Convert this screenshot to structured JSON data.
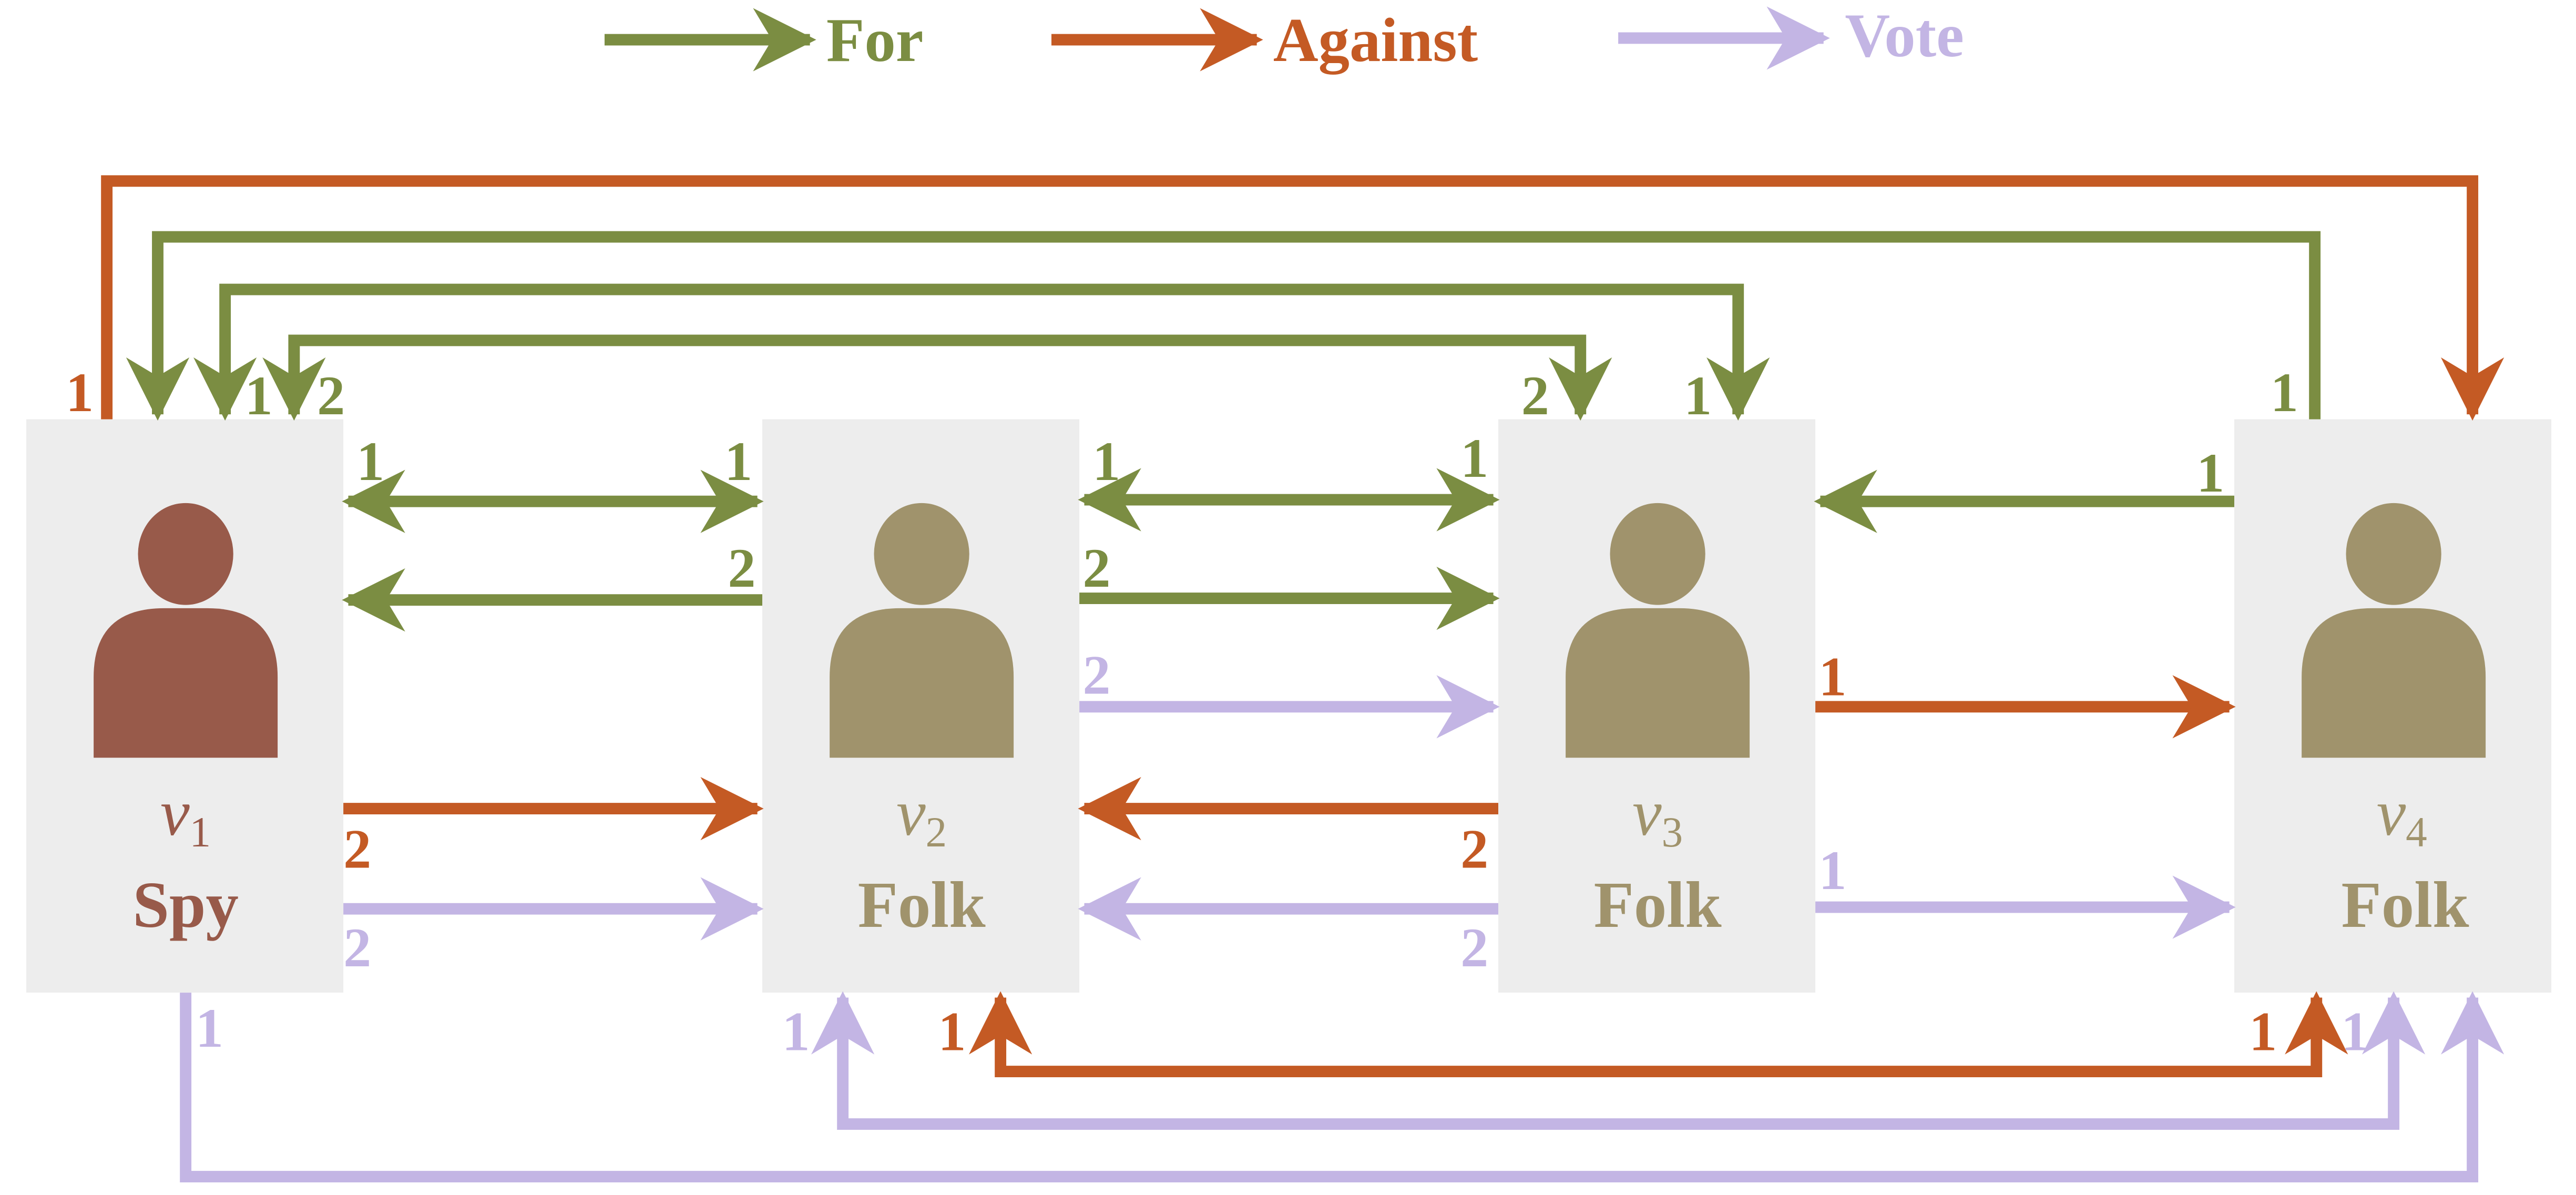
{
  "colors": {
    "for": "#7b8d42",
    "against": "#c45a24",
    "vote": "#c3b5e4",
    "spy": "#985a4a",
    "folk": "#a0936c",
    "card": "#ededed"
  },
  "legend": [
    {
      "key": "for",
      "label": "For"
    },
    {
      "key": "against",
      "label": "Against"
    },
    {
      "key": "vote",
      "label": "Vote"
    }
  ],
  "nodes": [
    {
      "id": "v1",
      "var": "v",
      "sub": "1",
      "role": "Spy",
      "icon": "person-icon"
    },
    {
      "id": "v2",
      "var": "v",
      "sub": "2",
      "role": "Folk",
      "icon": "person-icon"
    },
    {
      "id": "v3",
      "var": "v",
      "sub": "3",
      "role": "Folk",
      "icon": "person-icon"
    },
    {
      "id": "v4",
      "var": "v",
      "sub": "4",
      "role": "Folk",
      "icon": "person-icon"
    }
  ],
  "edge_labels": {
    "for_v1_v2_round1": "1",
    "for_v2_v1_round1": "1",
    "for_v2_v1_round2": "2",
    "for_v2_v3_round1": "1",
    "for_v3_v2_round1": "1",
    "for_v2_v3_round2": "2",
    "vote_v2_v3": "2",
    "for_v4_v3": "1",
    "against_v3_v4": "1",
    "against_v1_v2": "2",
    "against_v3_v2": "2",
    "vote_v1_v2": "2",
    "vote_v3_v2": "2",
    "vote_v3_v4": "1",
    "against_v1_v4": "1",
    "for_v4_v1": "1",
    "for_v1_v3_round1": "1",
    "for_v1_v3_at_v1": "1",
    "for_v3_v1_round2": "2",
    "for_v3_v1_at_v3": "2",
    "vote_v1_v4": "1",
    "vote_v2_v4": "1",
    "against_v2_v4_at_v2": "1",
    "against_v2_v4_at_v4": "1",
    "vote_v4_v2": "1"
  }
}
